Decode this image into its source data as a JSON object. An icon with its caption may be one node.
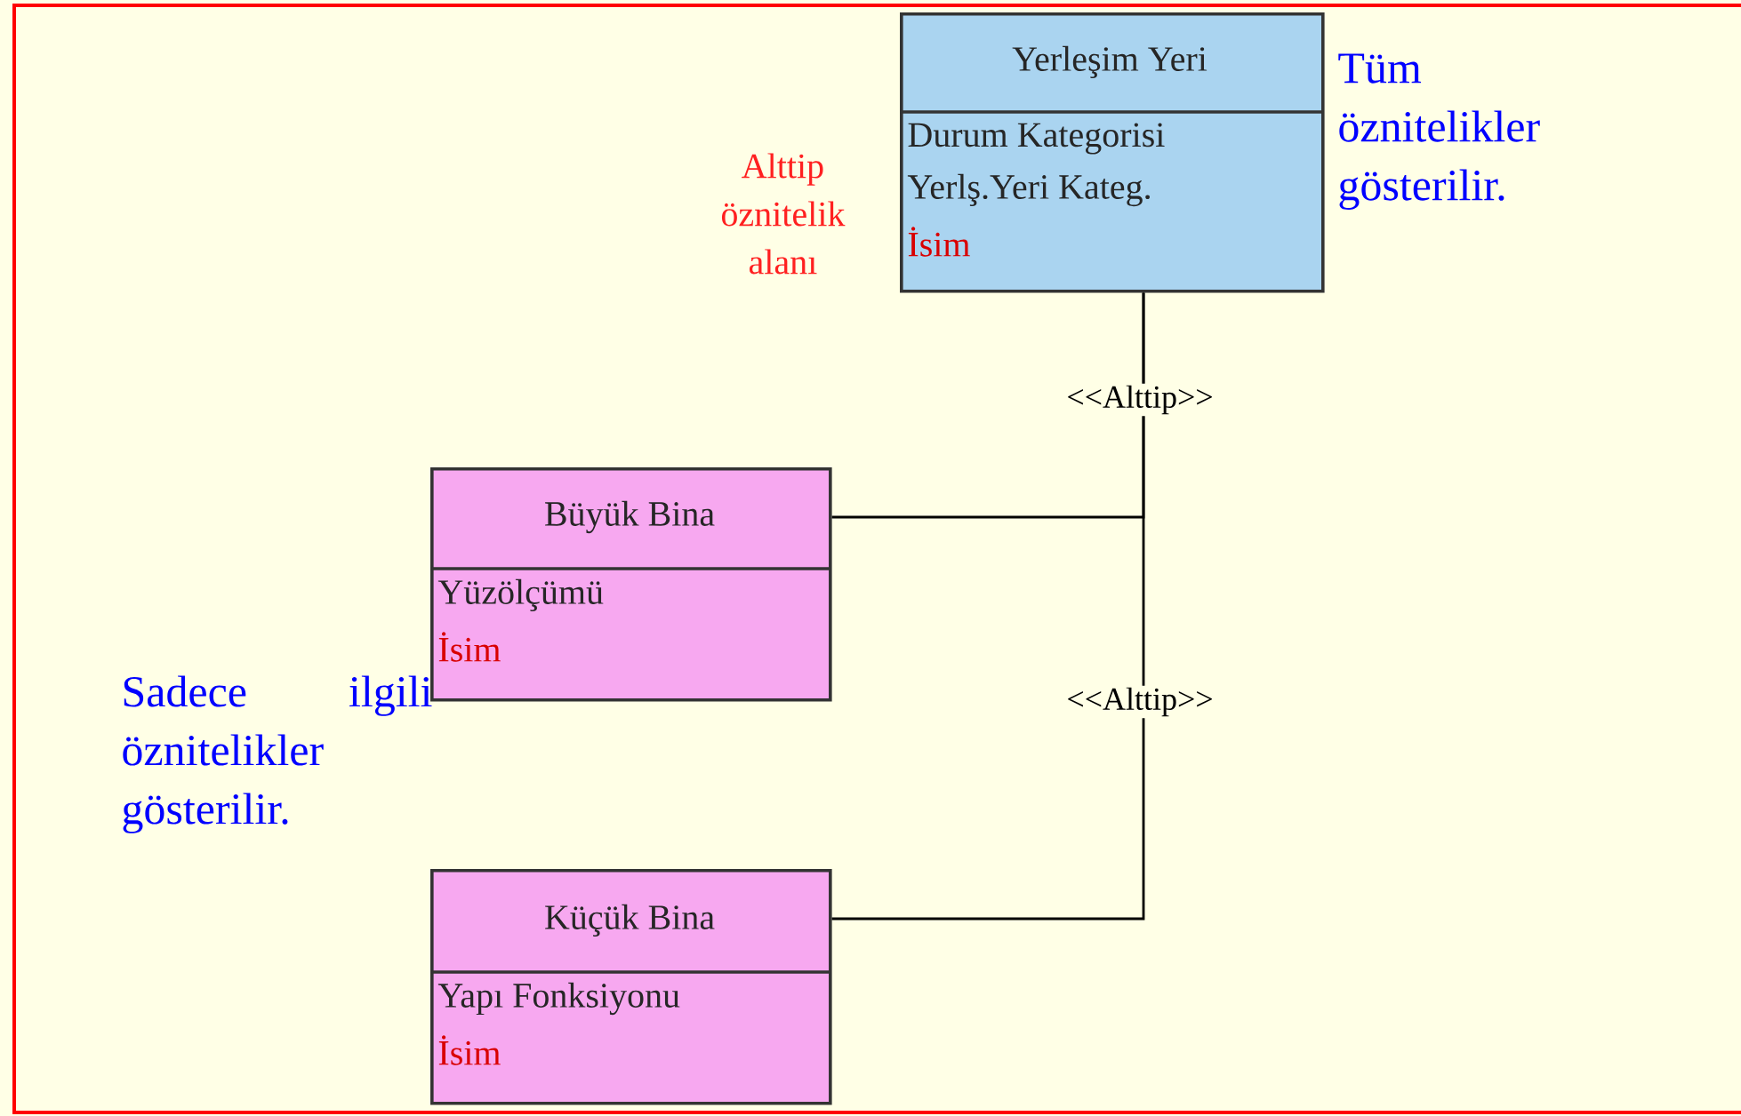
{
  "diagram": {
    "nodes": [
      {
        "text": [
          "Yerleşim Yeri",
          "Durum Kategorisi",
          "Yerlş.Yeri Kateg.",
          "İsim"
        ]
      },
      {
        "text": [
          "Büyük Bina",
          "Yüzölçümü",
          "İsim"
        ]
      },
      {
        "text": [
          "Küçük Bina",
          "Yapı Fonksiyonu",
          "İsim"
        ]
      }
    ],
    "edges": [
      {
        "from": 1,
        "to": 0,
        "arrow": "none",
        "label": "<<Alttip>>"
      },
      {
        "from": 2,
        "to": 0,
        "arrow": "none",
        "label": "<<Alttip>>"
      }
    ],
    "labels": [
      "Tüm öznitelikler gösterilir.",
      "Alttip öznitelik alanı",
      "Sadece ilgili öznitelikler gösterilir."
    ]
  }
}
